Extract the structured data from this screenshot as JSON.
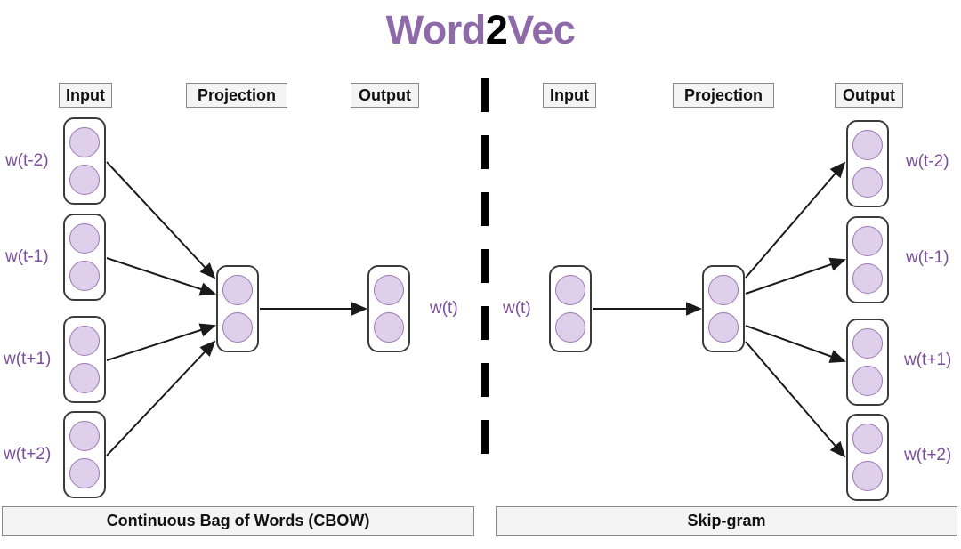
{
  "title": {
    "prefix": "Word",
    "middle": "2",
    "suffix": "Vec"
  },
  "colors": {
    "title_purple": "#8e6aa8",
    "label_purple": "#7b4f9d",
    "node_fill": "#ded0ea",
    "node_stroke": "#9d77b5",
    "box_stroke": "#3b3b3b",
    "chip_fill": "#f4f4f4",
    "chip_stroke": "#888888",
    "arrow": "#1a1a1a",
    "background": "#ffffff"
  },
  "cbow": {
    "caption": "Continuous Bag of Words (CBOW)",
    "headers": {
      "input": "Input",
      "projection": "Projection",
      "output": "Output"
    },
    "input_labels": [
      "w(t-2)",
      "w(t-1)",
      "w(t+1)",
      "w(t+2)"
    ],
    "output_label": "w(t)",
    "nodes_per_stack": 2,
    "input_stack_count": 4
  },
  "skipgram": {
    "caption": "Skip-gram",
    "headers": {
      "input": "Input",
      "projection": "Projection",
      "output": "Output"
    },
    "input_label": "w(t)",
    "output_labels": [
      "w(t-2)",
      "w(t-1)",
      "w(t+1)",
      "w(t+2)"
    ],
    "nodes_per_stack": 2,
    "output_stack_count": 4
  },
  "divider": {
    "style": "dashed-vertical"
  }
}
